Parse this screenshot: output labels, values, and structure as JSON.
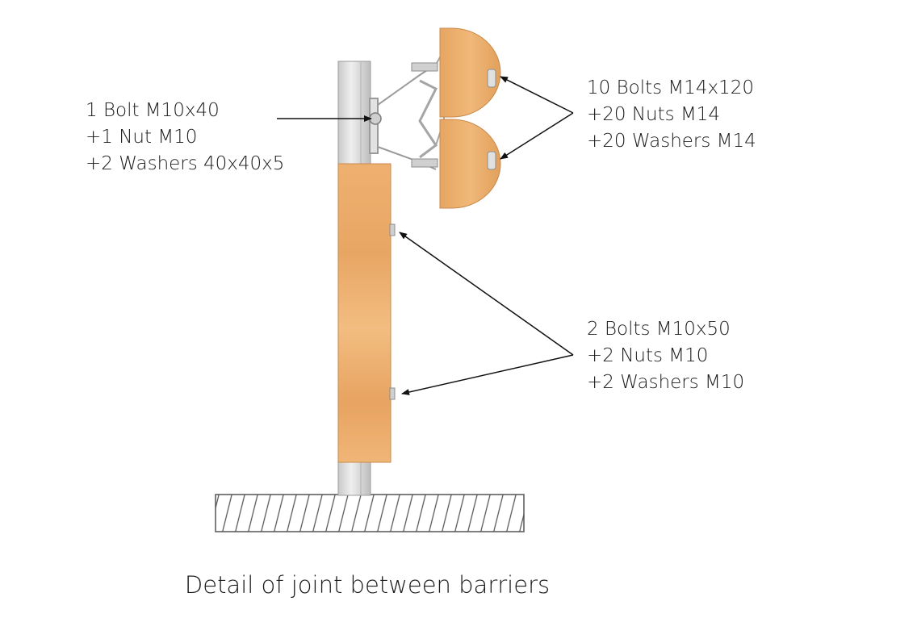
{
  "labels": {
    "top_left": {
      "line1": "1 Bolt M10x40",
      "line2": "+1 Nut M10",
      "line3": "+2 Washers 40x40x5"
    },
    "top_right": {
      "line1": "10 Bolts M14x120",
      "line2": "+20 Nuts M14",
      "line3": "+20 Washers M14"
    },
    "bottom_right": {
      "line1": "2 Bolts M10x50",
      "line2": "+2 Nuts M10",
      "line3": "+2 Washers M10"
    }
  },
  "caption": "Detail of joint between barriers",
  "colors": {
    "wood": "#e9a867",
    "steel": "#d6d6d6",
    "ground_hatch": "#555555",
    "arrow": "#111111"
  }
}
